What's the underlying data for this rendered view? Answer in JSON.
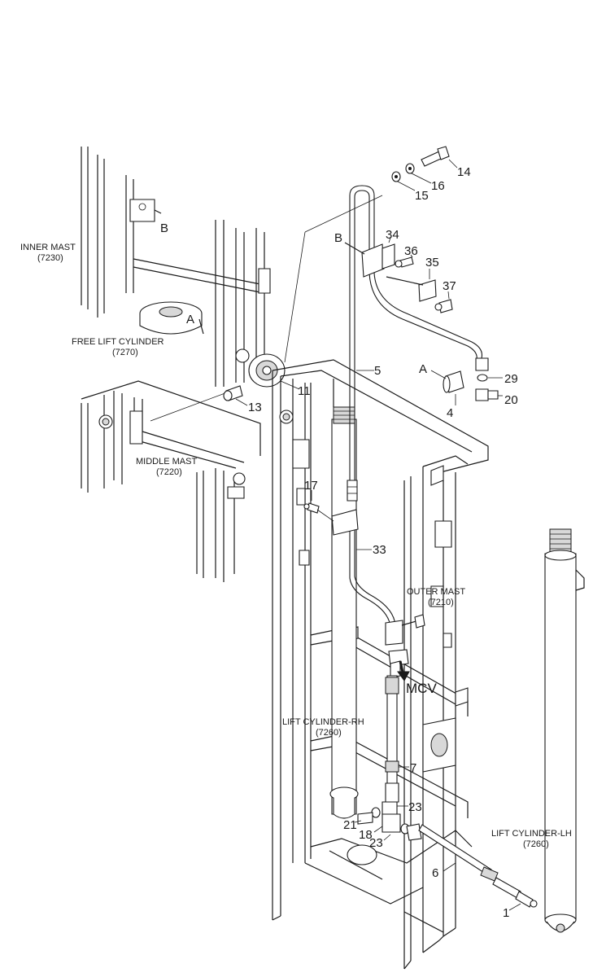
{
  "assemblies": {
    "inner_mast": {
      "name": "INNER MAST",
      "code": "(7230)"
    },
    "free_lift_cylinder": {
      "name": "FREE LIFT CYLINDER",
      "code": "(7270)"
    },
    "middle_mast": {
      "name": "MIDDLE MAST",
      "code": "(7220)"
    },
    "outer_mast": {
      "name": "OUTER MAST",
      "code": "(7210)"
    },
    "lift_cylinder_rh": {
      "name": "LIFT CYLINDER-RH",
      "code": "(7260)"
    },
    "lift_cylinder_lh": {
      "name": "LIFT CYLINDER-LH",
      "code": "(7260)"
    }
  },
  "markers": {
    "a": "A",
    "b": "B",
    "mcv": "MCV"
  },
  "callouts": {
    "p1": "1",
    "p4": "4",
    "p5": "5",
    "p6": "6",
    "p7": "7",
    "p11": "11",
    "p13": "13",
    "p14": "14",
    "p15": "15",
    "p16": "16",
    "p17": "17",
    "p18": "18",
    "p20": "20",
    "p21": "21",
    "p23a": "23",
    "p23b": "23",
    "p29": "29",
    "p33": "33",
    "p34": "34",
    "p35": "35",
    "p36": "36",
    "p37": "37"
  }
}
